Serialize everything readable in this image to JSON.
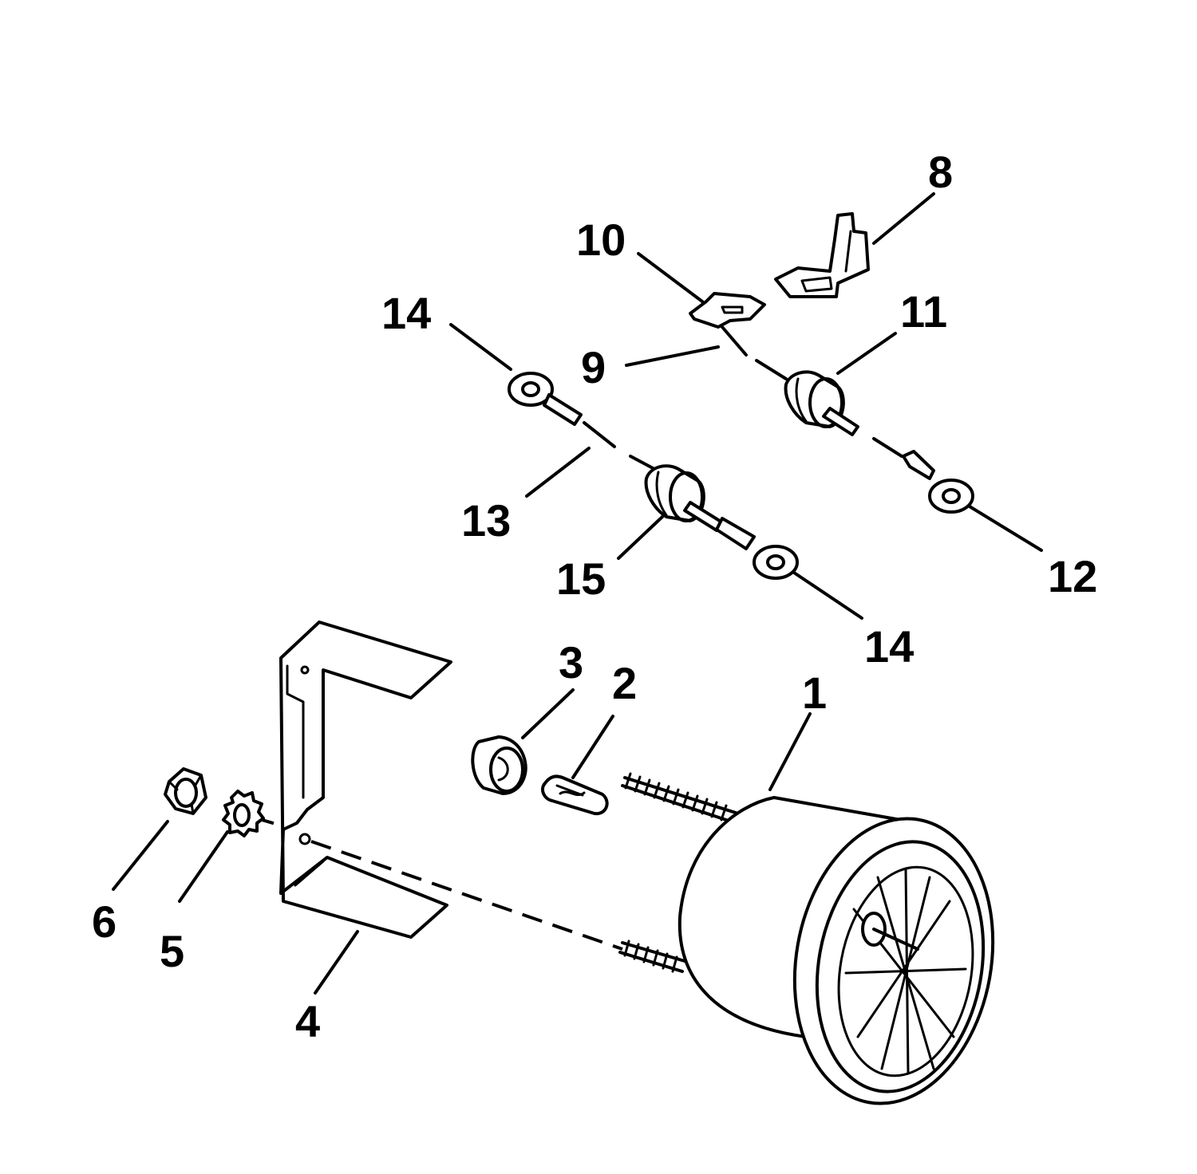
{
  "callouts": {
    "c1": "1",
    "c2": "2",
    "c3": "3",
    "c4": "4",
    "c5": "5",
    "c6": "6",
    "c8": "8",
    "c9": "9",
    "c10": "10",
    "c11": "11",
    "c12": "12",
    "c13": "13",
    "c14a": "14",
    "c14b": "14",
    "c15": "15"
  }
}
